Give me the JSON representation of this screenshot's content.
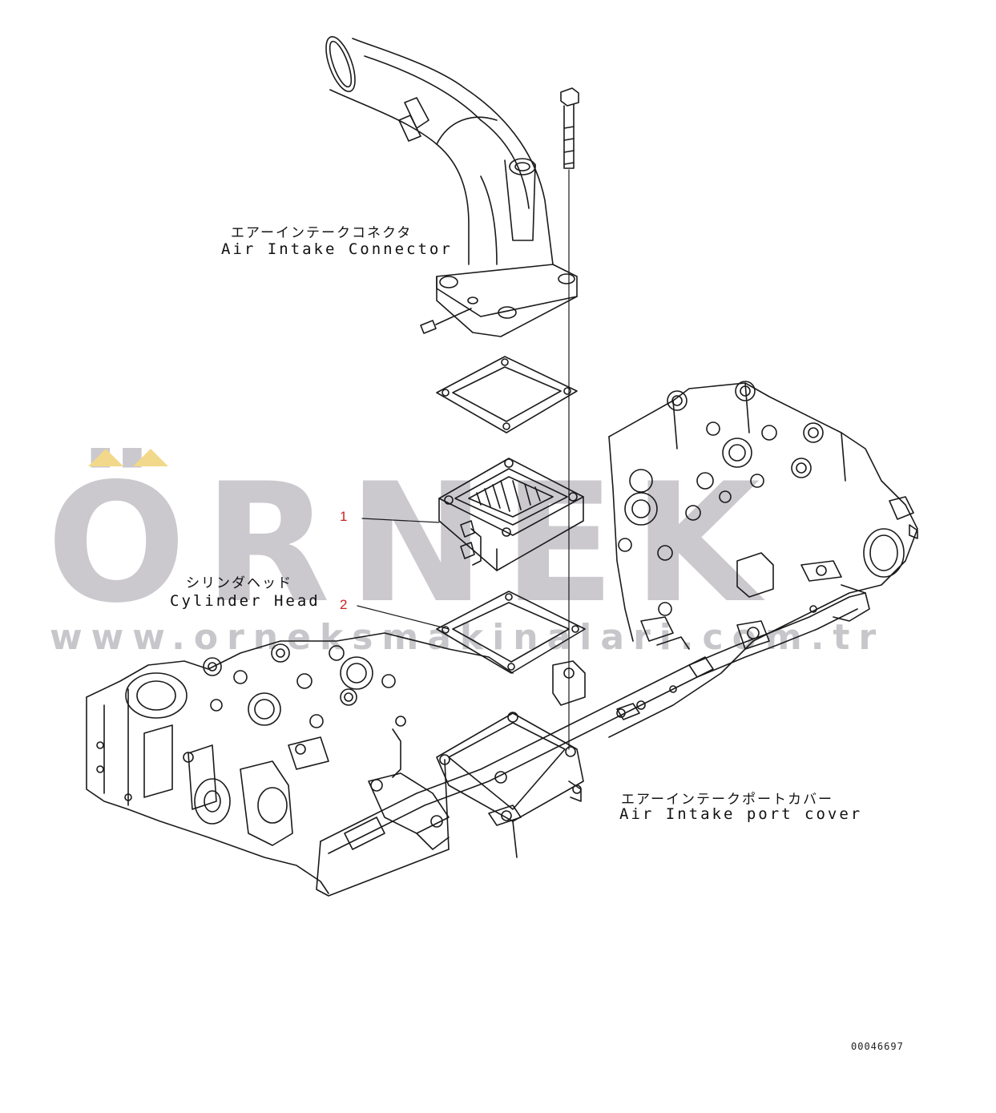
{
  "labels": {
    "air_intake_connector_jp": "エアーインテークコネクタ",
    "air_intake_connector_en": "Air Intake Connector",
    "cylinder_head_jp": "シリンダヘッド",
    "cylinder_head_en": "Cylinder Head",
    "air_intake_port_cover_jp": "エアーインテークポートカバー",
    "air_intake_port_cover_en": "Air Intake port cover"
  },
  "callouts": {
    "part_1": "1",
    "part_2": "2"
  },
  "drawing_code": "00046697",
  "watermark": {
    "brand": "ÖRNEK",
    "url": "www.orneksmakinalari.com.tr"
  },
  "colors": {
    "line": "#1a1a1a",
    "callout": "#cc2222",
    "watermark": "#c6c4c9",
    "watermark_accent": "#f2d88a"
  }
}
